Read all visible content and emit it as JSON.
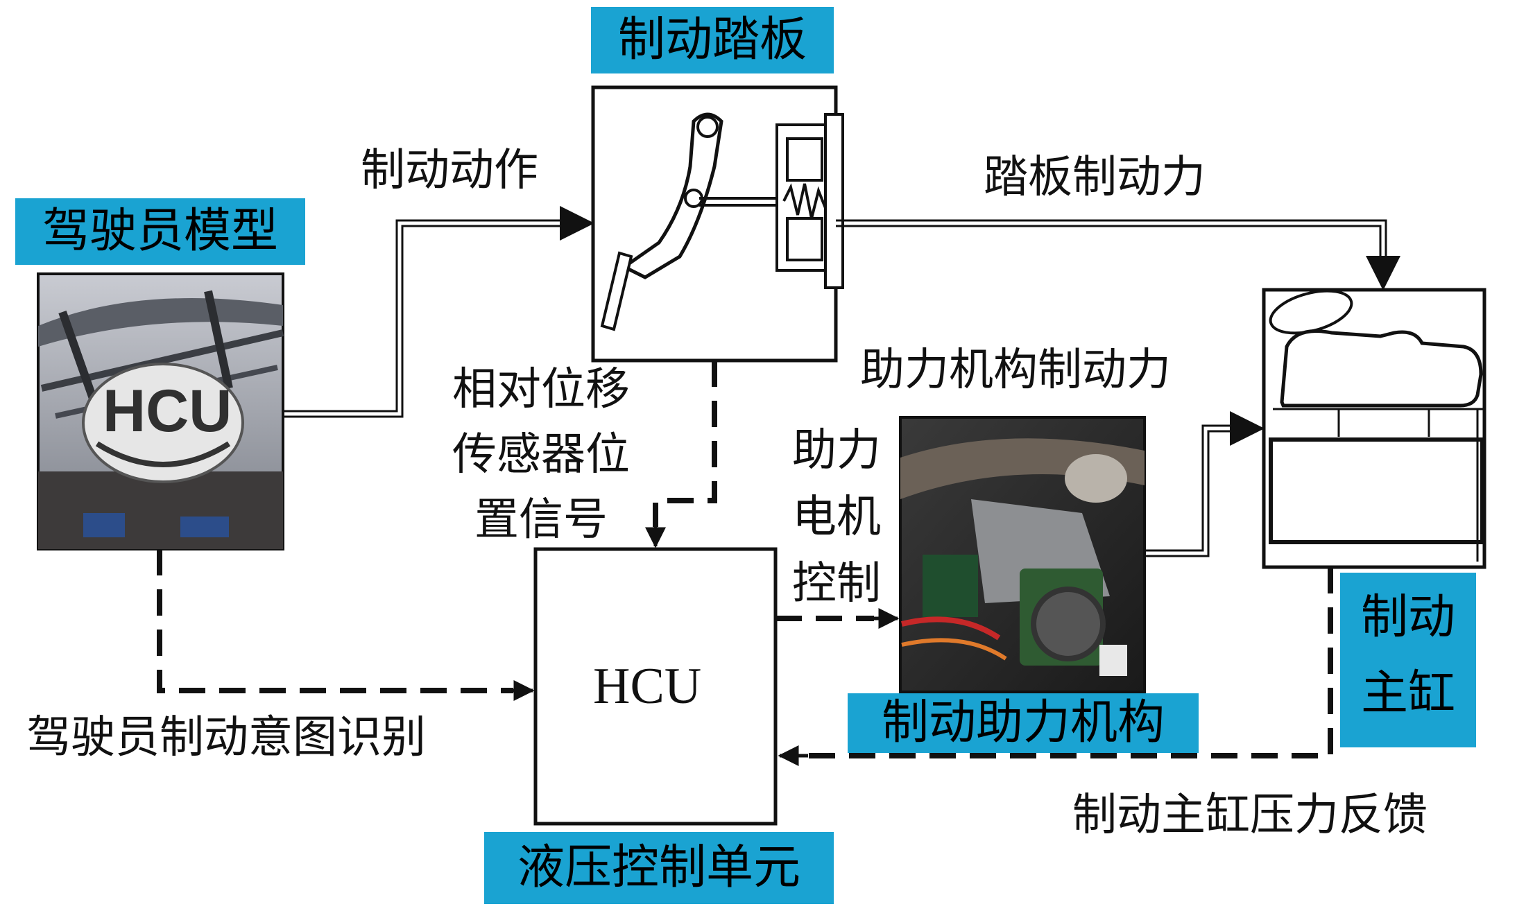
{
  "colors": {
    "tag_background": "#1aa3d2",
    "line": "#111111"
  },
  "tags": {
    "brake_pedal": "制动踏板",
    "driver_model": "驾驶员模型",
    "brake_booster": "制动助力机构",
    "master_cylinder_line1": "制动",
    "master_cylinder_line2": "主缸",
    "hydraulic_control_unit": "液压控制单元"
  },
  "labels": {
    "brake_action": "制动动作",
    "pedal_brake_force": "踏板制动力",
    "booster_brake_force": "助力机构制动力",
    "sensor_line1": "相对位移",
    "sensor_line2": "传感器位",
    "sensor_line3": "置信号",
    "motor_control_line1": "助力",
    "motor_control_line2": "电机",
    "motor_control_line3": "控制",
    "driver_intent": "驾驶员制动意图识别",
    "pressure_feedback": "制动主缸压力反馈"
  },
  "blocks": {
    "hcu_center": "HCU",
    "hcu_photo_overlay": "HCU"
  },
  "icons": {
    "driver_photo": "driver-helmet-photo",
    "pedal": "brake-pedal-drawing",
    "booster": "brake-booster-photo",
    "cylinder": "master-cylinder-drawing"
  }
}
